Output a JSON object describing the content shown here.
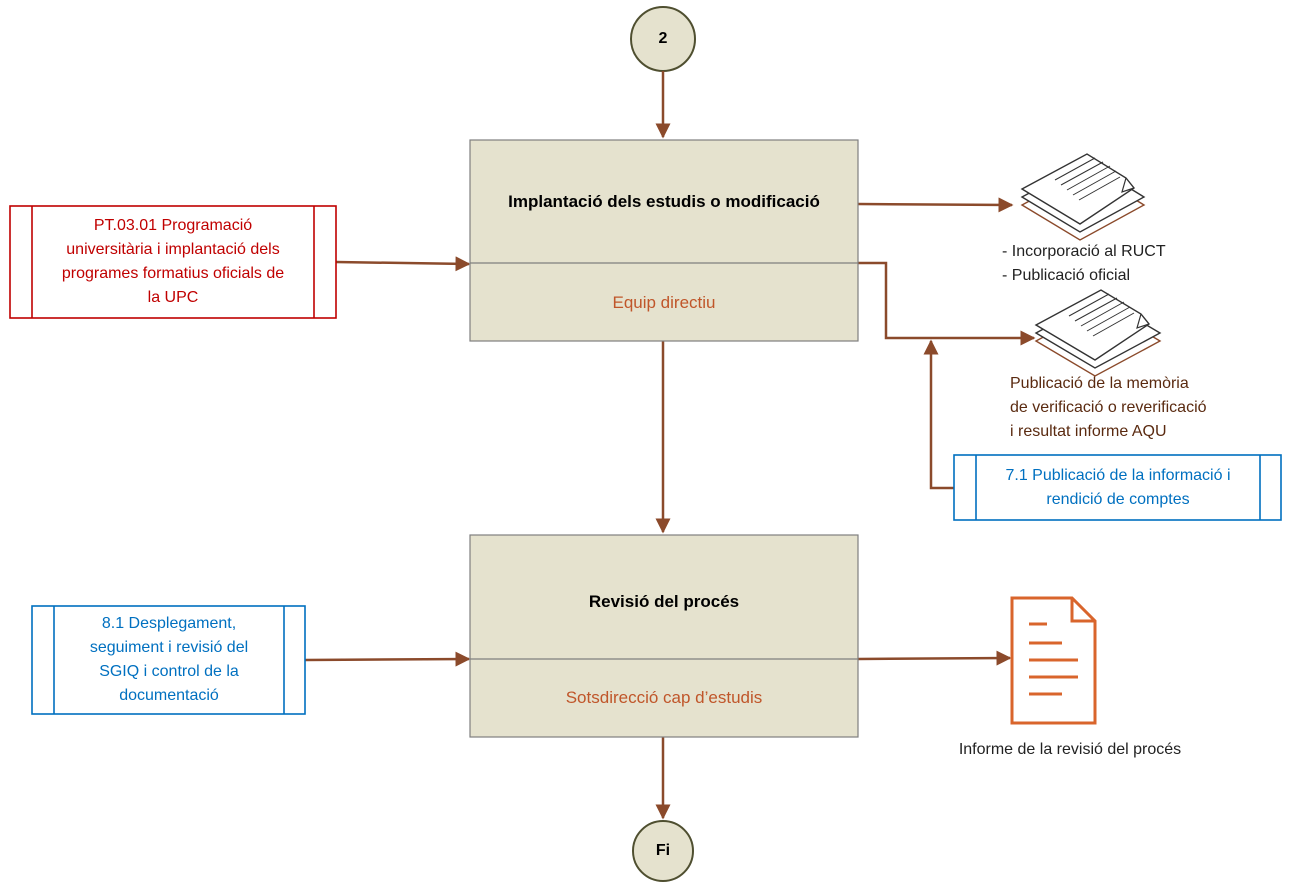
{
  "connectors": {
    "start": "2",
    "end": "Fi"
  },
  "process_1": {
    "title": "Implantació dels estudis o modificació",
    "responsible": "Equip directiu"
  },
  "process_2": {
    "title": "Revisió del procés",
    "responsible": "Sotsdirecció cap d’estudis"
  },
  "inputs": {
    "pt0301": [
      "PT.03.01 Programació",
      "universitària i implantació dels",
      "programes formatius oficials de",
      "la UPC"
    ],
    "proc_81": [
      "8.1 Desplegament,",
      "seguiment i revisió del",
      "SGIQ i control de la",
      "documentació"
    ],
    "proc_71": [
      "7.1 Publicació de la informació i",
      "rendició de comptes"
    ]
  },
  "outputs": {
    "ruct": [
      "- Incorporació al RUCT",
      "- Publicació oficial"
    ],
    "memoria": [
      "Publicació de la memòria",
      "de verificació o reverificació",
      "i resultat informe AQU"
    ],
    "informe": "Informe de la revisió del procés"
  },
  "colors": {
    "arrow": "#8b4a2b",
    "box_fill": "#e5e2ce",
    "box_border": "#7f7f7f",
    "circle_fill": "#e5e2ce",
    "circle_border": "#4f4f30",
    "red": "#c00000",
    "blue": "#0070c0",
    "responsible_text": "#c0562a",
    "doc_orange": "#d9652c"
  },
  "icons": {
    "doc_stack": "document-stack-icon",
    "doc_single": "document-icon"
  }
}
